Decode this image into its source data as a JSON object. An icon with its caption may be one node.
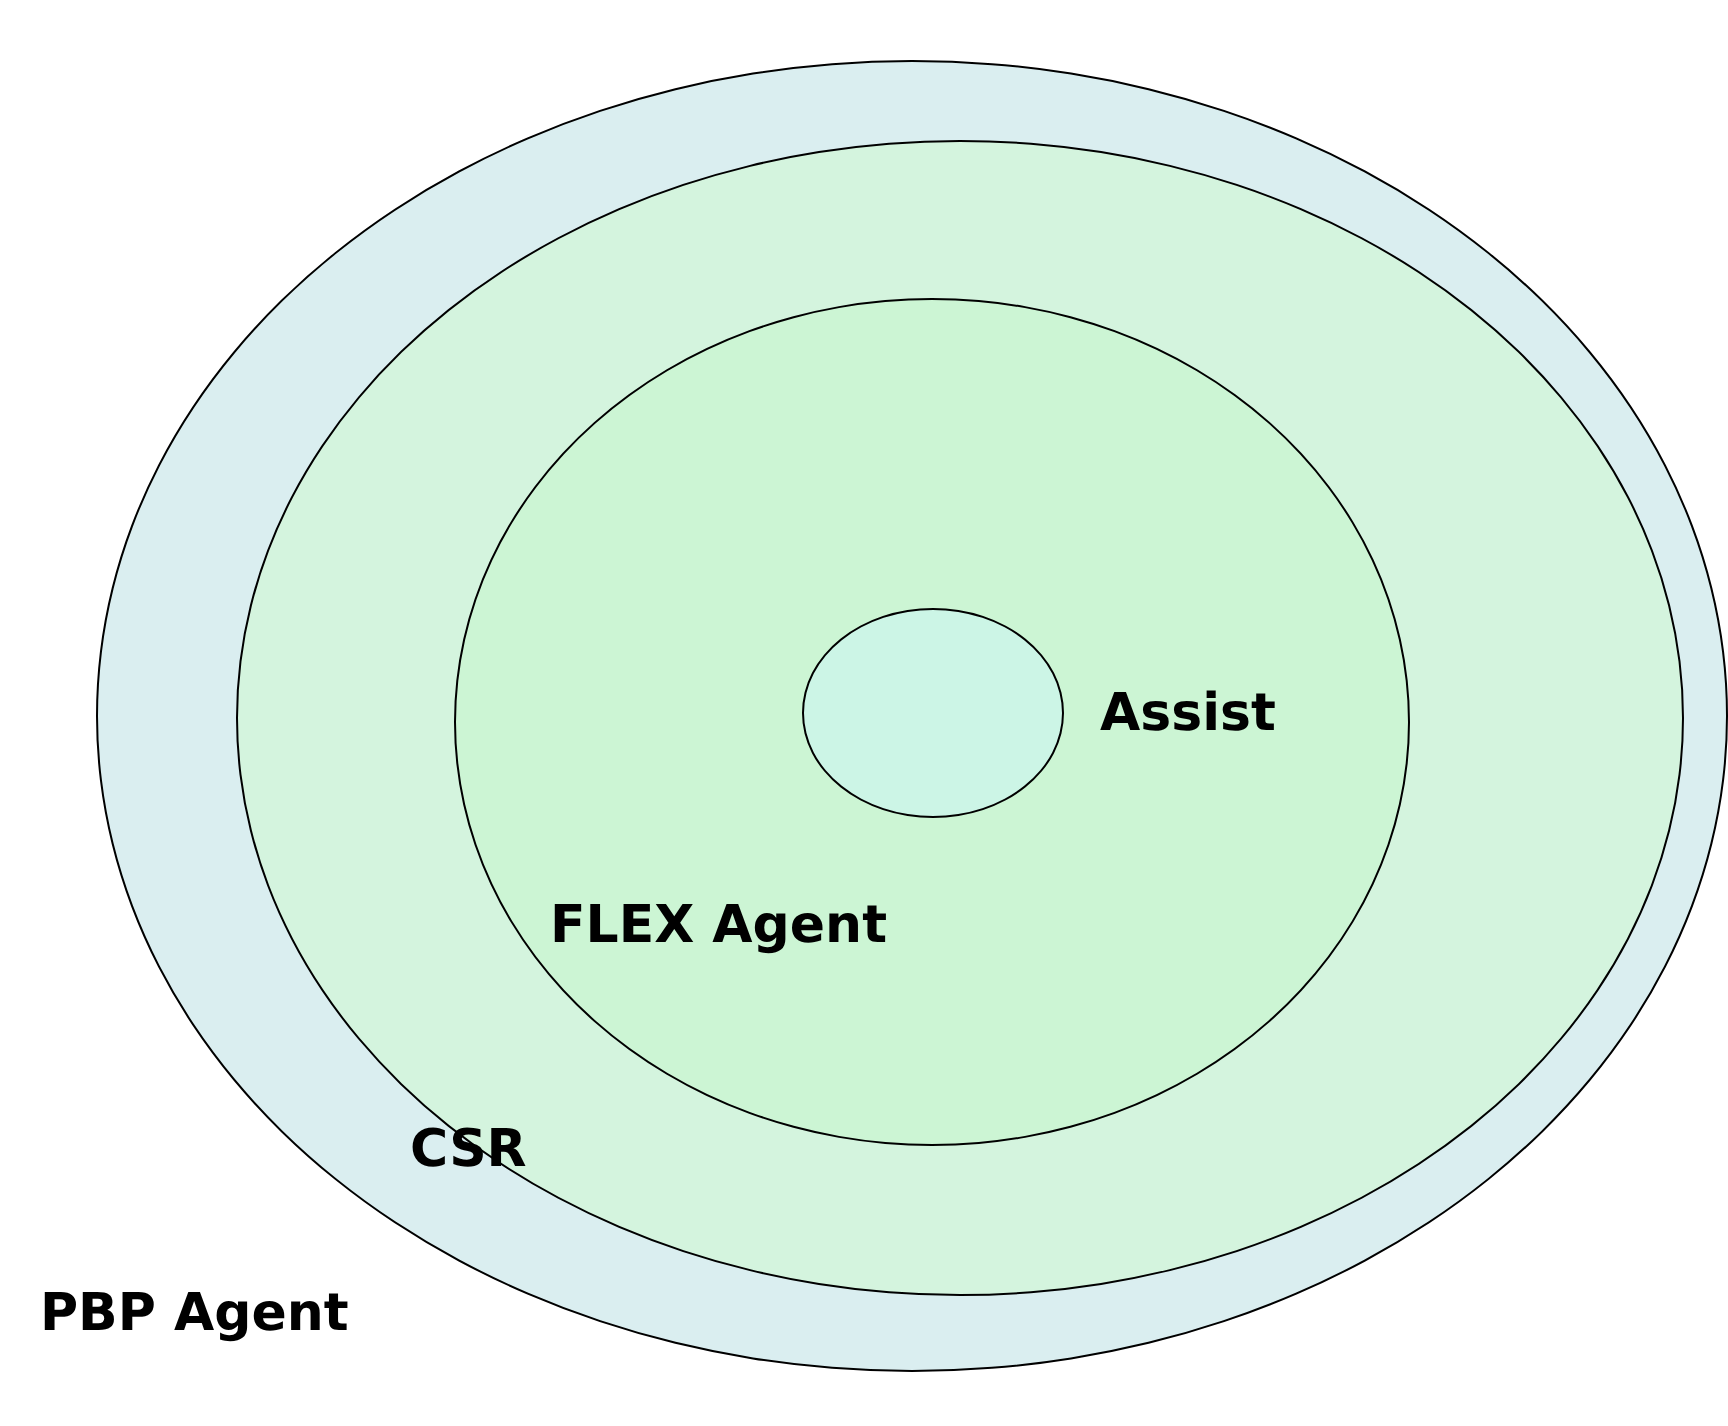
{
  "diagram": {
    "nodes": [
      {
        "text": [
          "PBP Agent"
        ]
      },
      {
        "text": [
          "CSR"
        ],
        "in": 0
      },
      {
        "text": [
          "FLEX Agent"
        ],
        "in": 1
      },
      {
        "text": [
          "Assist"
        ],
        "in": 2
      }
    ]
  }
}
